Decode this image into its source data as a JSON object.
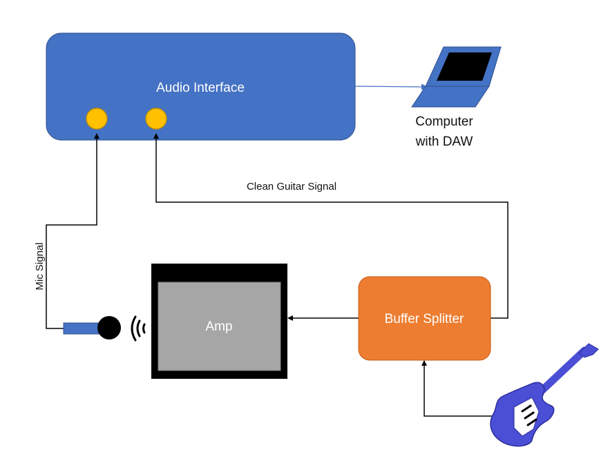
{
  "nodes": {
    "audio_interface": {
      "label": "Audio Interface",
      "color": "#4472c4"
    },
    "computer": {
      "label_line1": "Computer",
      "label_line2": "with DAW",
      "color": "#4472c4"
    },
    "amp": {
      "label": "Amp",
      "color": "#a6a6a6"
    },
    "buffer_splitter": {
      "label": "Buffer Splitter",
      "color": "#ed7d31"
    },
    "microphone": {
      "color": "#4472c4"
    },
    "guitar": {
      "color": "#4b4fd6"
    },
    "input_jacks": {
      "color": "#ffc000"
    }
  },
  "edges": {
    "clean_guitar": {
      "label": "Clean Guitar Signal"
    },
    "mic": {
      "label": "Mic Signal"
    }
  }
}
